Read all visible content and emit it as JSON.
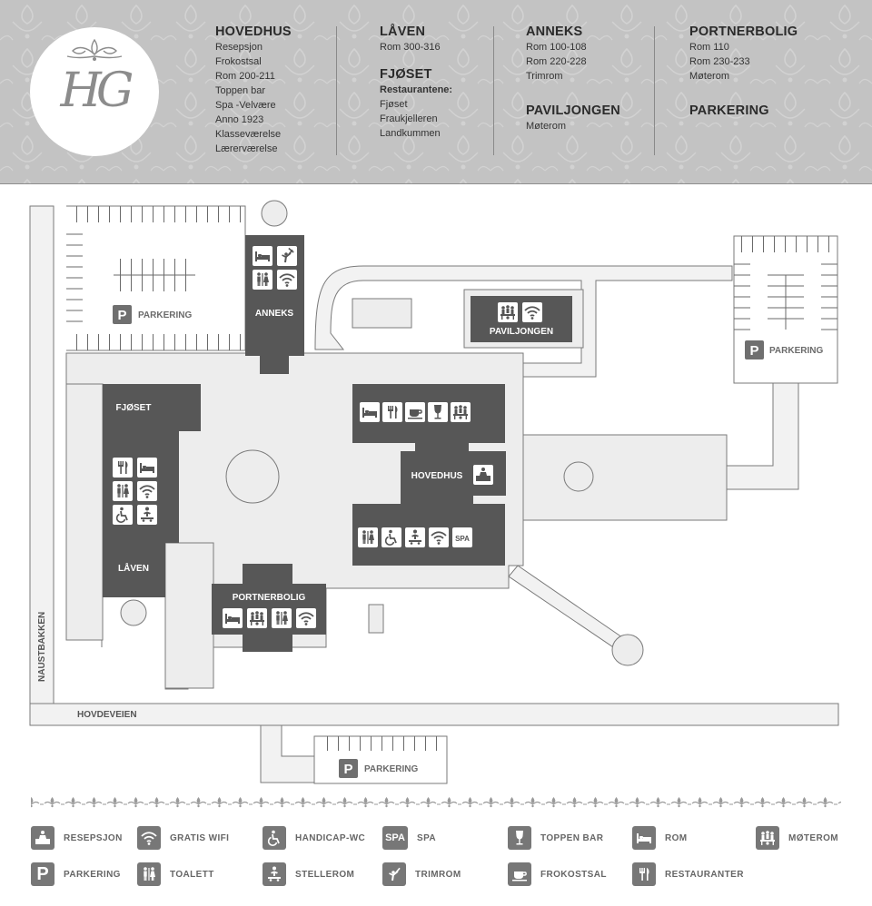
{
  "header": {
    "logo": "HG",
    "columns": [
      {
        "title": "HOVEDHUS",
        "items": [
          "Resepsjon",
          "Frokostsal",
          "Rom 200-211",
          "Toppen bar",
          "Spa -Velvære",
          "Anno 1923",
          "Klasseværelse",
          "Lærerværelse"
        ]
      },
      {
        "title": "LÅVEN",
        "items": [
          "Rom 300-316"
        ]
      },
      {
        "title": "FJØSET",
        "subtitle": "Restaurantene:",
        "items": [
          "Fjøset",
          "Fraukjelleren",
          "Landkummen"
        ]
      },
      {
        "title": "ANNEKS",
        "items": [
          "Rom 100-108",
          "Rom 220-228",
          "Trimrom"
        ]
      },
      {
        "title": "PAVILJONGEN",
        "items": [
          "Møterom"
        ]
      },
      {
        "title": "PORTNERBOLIG",
        "items": [
          "Rom 110",
          "Rom 230-233",
          "Møterom"
        ]
      },
      {
        "title": "PARKERING",
        "items": []
      }
    ]
  },
  "map": {
    "buildings": {
      "anneks": "ANNEKS",
      "paviljongen": "PAVILJONGEN",
      "fjoset": "FJØSET",
      "laven": "LÅVEN",
      "hovedhus": "HOVEDHUS",
      "portnerbolig": "PORTNERBOLIG"
    },
    "parking_label": "PARKERING",
    "roads": {
      "naustbakken": "NAUSTBAKKEN",
      "hovdeveien": "HOVDEVEIEN"
    },
    "colors": {
      "building": "#575757",
      "ground": "#e9e9e9",
      "outline": "#7a7a7a",
      "icon_tile": "#ffffff"
    }
  },
  "legend": [
    {
      "icon": "reception-icon",
      "label": "RESEPSJON"
    },
    {
      "icon": "wifi-icon",
      "label": "GRATIS WIFI"
    },
    {
      "icon": "wheelchair-icon",
      "label": "HANDICAP-WC"
    },
    {
      "icon": "spa-icon",
      "label": "SPA",
      "icon_text": "SPA"
    },
    {
      "icon": "wine-glass-icon",
      "label": "TOPPEN BAR"
    },
    {
      "icon": "bed-icon",
      "label": "ROM"
    },
    {
      "icon": "meeting-icon",
      "label": "MØTEROM"
    },
    {
      "icon": "parking-icon",
      "label": "PARKERING",
      "icon_text": "P"
    },
    {
      "icon": "toilet-icon",
      "label": "TOALETT"
    },
    {
      "icon": "baby-changing-icon",
      "label": "STELLEROM"
    },
    {
      "icon": "gym-icon",
      "label": "TRIMROM"
    },
    {
      "icon": "breakfast-icon",
      "label": "FROKOSTSAL"
    },
    {
      "icon": "restaurant-icon",
      "label": "RESTAURANTER"
    }
  ]
}
